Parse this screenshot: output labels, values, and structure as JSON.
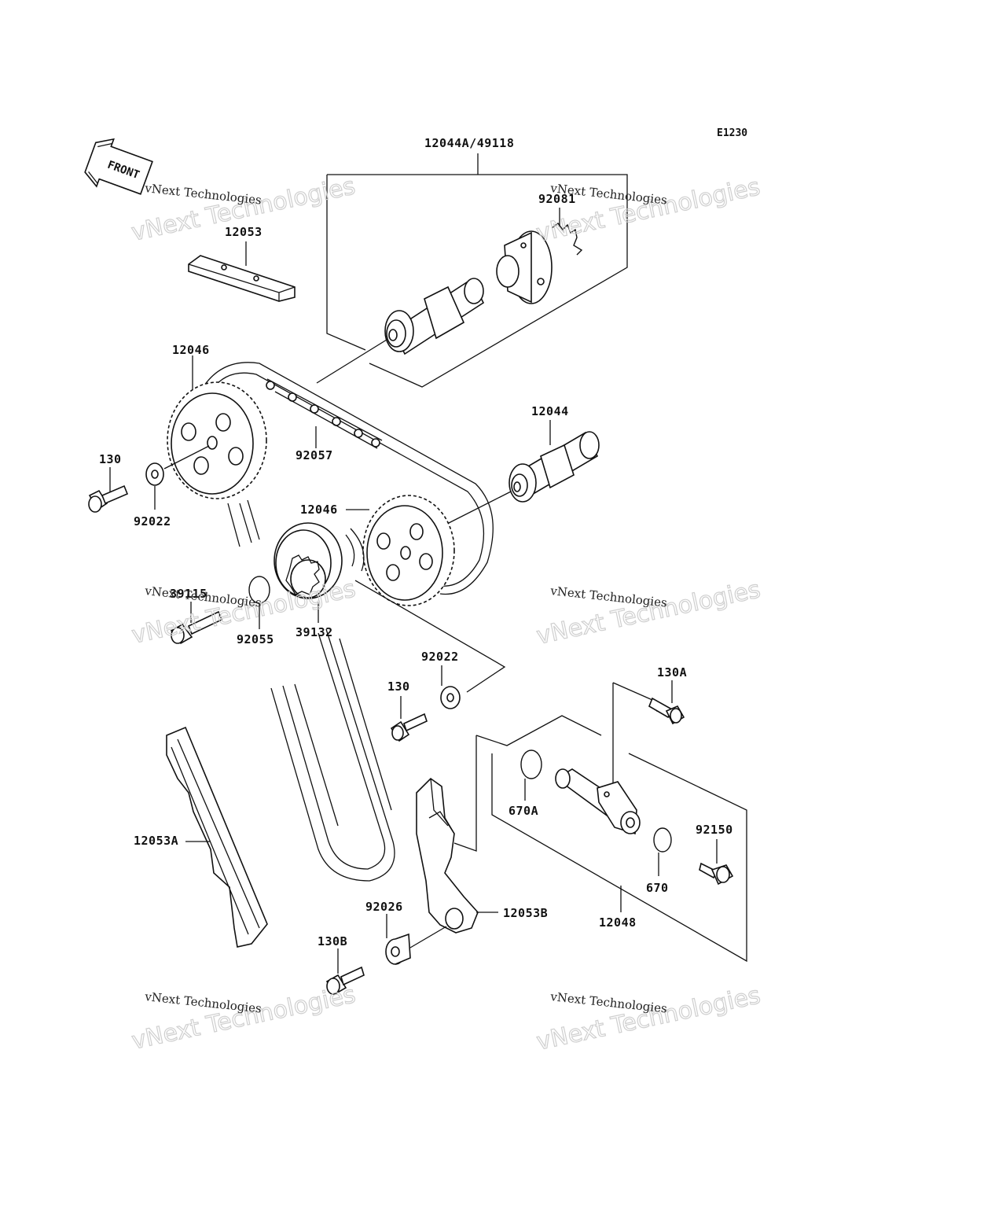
{
  "diagram": {
    "code": "E1230",
    "front_label": "FRONT",
    "labels": {
      "p12044A_49118": "12044A/49118",
      "p92081": "92081",
      "p12053": "12053",
      "p12046_top": "12046",
      "p92057": "92057",
      "p12044": "12044",
      "p130_top": "130",
      "p92022_top": "92022",
      "p12046_mid": "12046",
      "p39115": "39115",
      "p92055": "92055",
      "p39132": "39132",
      "p92022_mid": "92022",
      "p130_mid": "130",
      "p130A": "130A",
      "p670A": "670A",
      "p12053A": "12053A",
      "p92150": "92150",
      "p670": "670",
      "p12048": "12048",
      "p92026": "92026",
      "p12053B": "12053B",
      "p130B": "130B"
    },
    "watermark": {
      "line1": "vNext Technologies",
      "line2": "vNext Technologies"
    }
  }
}
